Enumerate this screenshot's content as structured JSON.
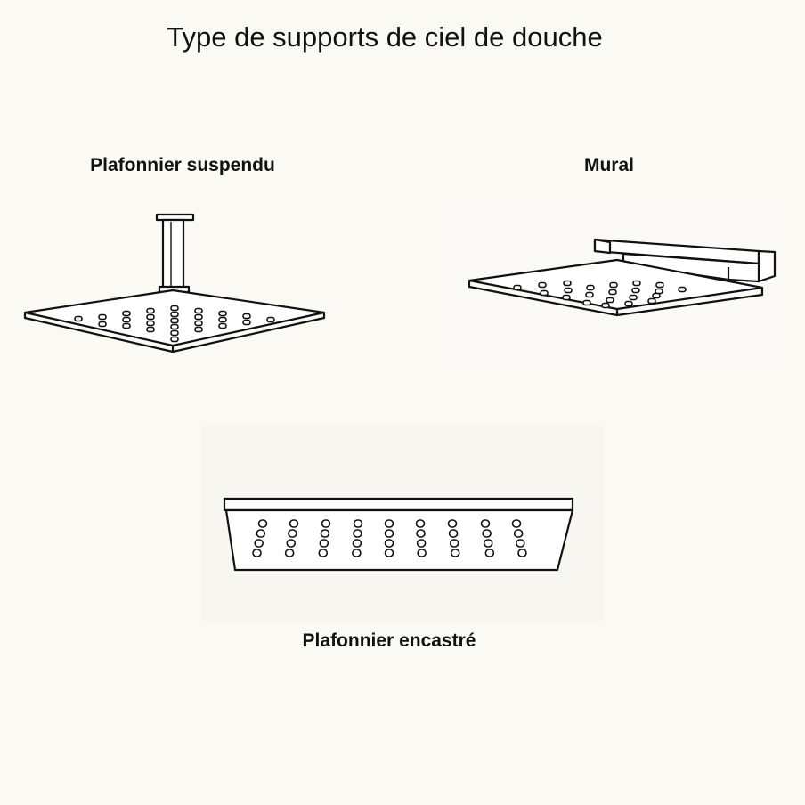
{
  "title": "Type de supports de ciel de douche",
  "diagrams": {
    "suspendu": {
      "label": "Plafonnier suspendu",
      "icon": "ceiling-suspended-shower-head-icon"
    },
    "mural": {
      "label": "Mural",
      "icon": "wall-mounted-shower-head-icon"
    },
    "encastre": {
      "label": "Plafonnier encastré",
      "icon": "ceiling-recessed-shower-head-icon"
    }
  },
  "colors": {
    "background": "#fbf9f4",
    "line": "#111111",
    "fill": "#ffffff"
  }
}
